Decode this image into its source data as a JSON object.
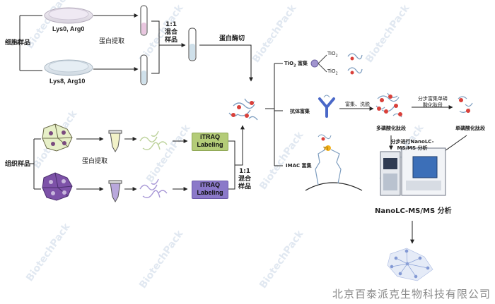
{
  "cell_samples": {
    "title": "细胞样品",
    "dish_top": "Lys0, Arg0",
    "dish_bottom": "Lys8, Arg10",
    "protein_extraction": "蛋白提取",
    "mix_ratio": "1:1",
    "mix_line1": "混合",
    "mix_line2": "样品",
    "digestion": "蛋白酶切"
  },
  "tissue_samples": {
    "title": "组织样品",
    "protein_extraction": "蛋白提取",
    "itraq_line1": "iTRAQ",
    "itraq_line2": "Labeling",
    "mix_ratio": "1:1",
    "mix_line1": "混合",
    "mix_line2": "样品"
  },
  "enrichment": {
    "tio2": "TiO",
    "tio2_sub": "2",
    "tio2_suffix": " 富集",
    "tio2_bead1": "TiO",
    "tio2_bead2": "TiO",
    "bead_sub": "2",
    "antibody": "抗体富集",
    "imac": "IMAC 富集",
    "ti_label": "Ti",
    "wash": "富集、洗脱",
    "multi_phospho": "多磷酸化肽段",
    "stepwise_line1": "分步富集单磷",
    "stepwise_line2": "酸化肽段",
    "single_phospho": "单磷酸化肽段",
    "nanolc_line1": "分步进行NanoLC-",
    "nanolc_line2": "MS/MS 分析",
    "analysis": "NanoLC-MS/MS 分析"
  },
  "watermark": "BiotechPack",
  "footer": "北京百泰派克生物科技有限公司",
  "colors": {
    "itraq_green": "#b4cc78",
    "itraq_purple": "#8b79c9",
    "cell_green": "#e7f0c8",
    "cell_purple": "#7d52a8",
    "red_dot": "#d9403a"
  }
}
